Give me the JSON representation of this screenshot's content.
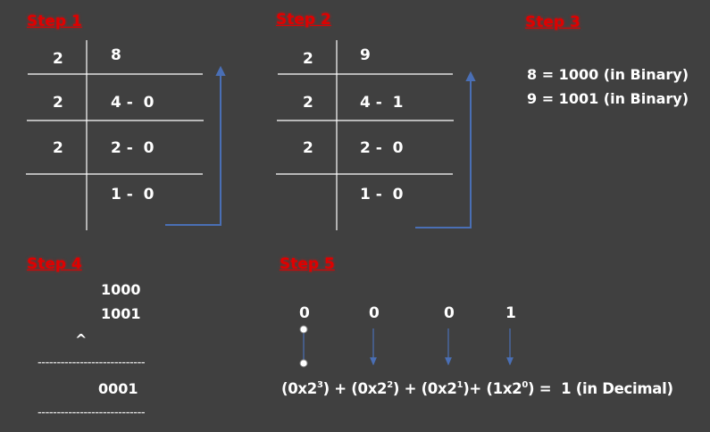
{
  "step1": {
    "label": "Step 1",
    "divisors": [
      "2",
      "2",
      "2"
    ],
    "values": [
      "8",
      "4 -  0",
      "2 -  0",
      "1 -  0"
    ]
  },
  "step2": {
    "label": "Step 2",
    "divisors": [
      "2",
      "2",
      "2"
    ],
    "values": [
      "9",
      "4 -  1",
      "2 -  0",
      "1 -  0"
    ]
  },
  "step3": {
    "label": "Step 3",
    "lines": [
      "8 = 1000 (in Binary)",
      "9 = 1001 (in Binary)"
    ]
  },
  "step4": {
    "label": "Step 4",
    "a": "1000",
    "b": "1001",
    "caret": "^",
    "rule": "----------------------------",
    "result": "0001"
  },
  "step5": {
    "label": "Step 5",
    "digits": [
      "0",
      "0",
      "0",
      "1"
    ],
    "terms": [
      {
        "pre": "(0x2",
        "exp": "3",
        "post": ") + "
      },
      {
        "pre": "(0x2",
        "exp": "2",
        "post": ") + "
      },
      {
        "pre": "(0x2",
        "exp": "1",
        "post": ")+ "
      },
      {
        "pre": "(1x2",
        "exp": "0",
        "post": ") = "
      }
    ],
    "result": " 1 (in Decimal)"
  },
  "colors": {
    "background": "#404040",
    "step": "#e00000",
    "arrow": "#4a6fb5"
  }
}
